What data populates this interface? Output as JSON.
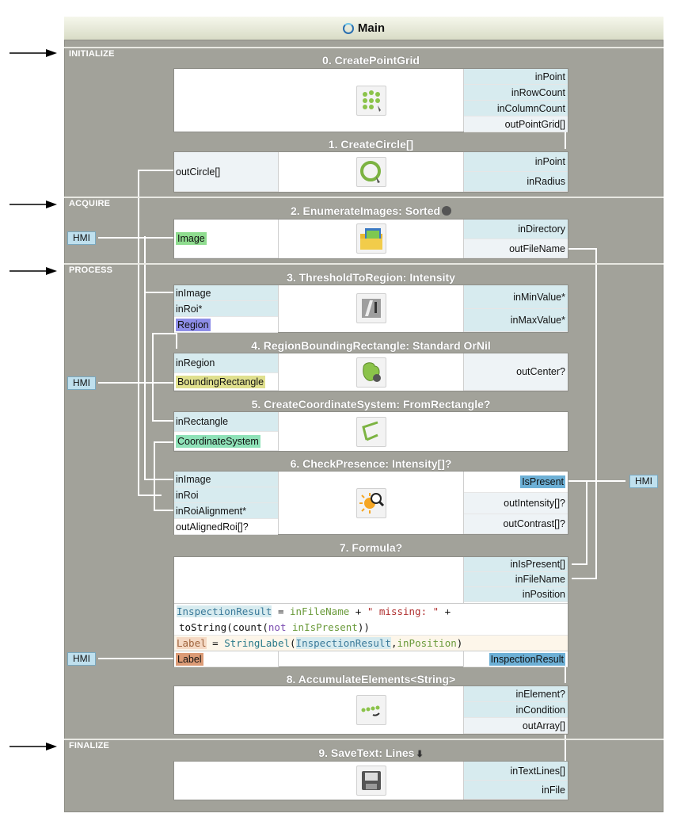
{
  "window": {
    "title": "Main",
    "title_icon": "cycle-icon"
  },
  "sections": [
    {
      "id": "initialize",
      "label": "INITIALIZE"
    },
    {
      "id": "acquire",
      "label": "ACQUIRE"
    },
    {
      "id": "process",
      "label": "PROCESS"
    },
    {
      "id": "finalize",
      "label": "FINALIZE"
    }
  ],
  "hmi_label": "HMI",
  "blocks": [
    {
      "title": "0. CreatePointGrid",
      "icon": "point-grid-icon",
      "inputs": [],
      "outputs": [
        "inPoint",
        "inRowCount",
        "inColumnCount",
        "outPointGrid[]"
      ]
    },
    {
      "title": "1. CreateCircle[]",
      "icon": "circle-icon",
      "inputs": [
        "outCircle[]"
      ],
      "outputs": [
        "inPoint",
        "inRadius"
      ]
    },
    {
      "title": "2. EnumerateImages: Sorted",
      "icon": "folder-images-icon",
      "badge": "gear-icon",
      "inputs": [
        "Image"
      ],
      "outputs": [
        "inDirectory",
        "outFileName"
      ]
    },
    {
      "title": "3. ThresholdToRegion: Intensity",
      "icon": "threshold-icon",
      "inputs": [
        "inImage",
        "inRoi*",
        "Region"
      ],
      "outputs": [
        "inMinValue*",
        "inMaxValue*"
      ]
    },
    {
      "title": "4. RegionBoundingRectangle: Standard OrNil",
      "icon": "region-icon",
      "inputs": [
        "inRegion",
        "BoundingRectangle"
      ],
      "outputs": [
        "outCenter?"
      ]
    },
    {
      "title": "5. CreateCoordinateSystem: FromRectangle?",
      "icon": "coordinate-system-icon",
      "inputs": [
        "inRectangle",
        "CoordinateSystem"
      ],
      "outputs": []
    },
    {
      "title": "6. CheckPresence: Intensity[]?",
      "icon": "check-presence-icon",
      "inputs": [
        "inImage",
        "inRoi",
        "inRoiAlignment*",
        "outAlignedRoi[]?"
      ],
      "outputs": [
        "IsPresent",
        "outIntensity[]?",
        "outContrast[]?"
      ]
    },
    {
      "title": "7. Formula?",
      "icon": "",
      "inputs": [
        "Label"
      ],
      "outputs": [
        "inIsPresent[]",
        "inFileName",
        "inPosition",
        "InspectionResult"
      ],
      "formula": {
        "line1_var": "InspectionResult",
        "line1_eq": " = ",
        "line1_arg": "inFileName",
        "line1_plus": " + ",
        "line1_str": "\" missing: \"",
        "line1_tail": " +",
        "line2_fn": "toString",
        "line2_a": "(count(",
        "line2_kw": "not",
        "line2_b": " ",
        "line2_arg": "inIsPresent",
        "line2_c": "))",
        "line3_var": "Label",
        "line3_eq": " = ",
        "line3_fn": "StringLabel",
        "line3_open": "(",
        "line3_arg1": "InspectionResult",
        "line3_comma": ",",
        "line3_arg2": "inPosition",
        "line3_close": ")"
      }
    },
    {
      "title": "8. AccumulateElements<String>",
      "icon": "accumulate-icon",
      "inputs": [],
      "outputs": [
        "inElement?",
        "inCondition",
        "outArray[]"
      ]
    },
    {
      "title": "9. SaveText: Lines",
      "icon": "save-text-icon",
      "badge": "down-arrow-icon",
      "inputs": [],
      "outputs": [
        "inTextLines[]",
        "inFile"
      ]
    }
  ]
}
